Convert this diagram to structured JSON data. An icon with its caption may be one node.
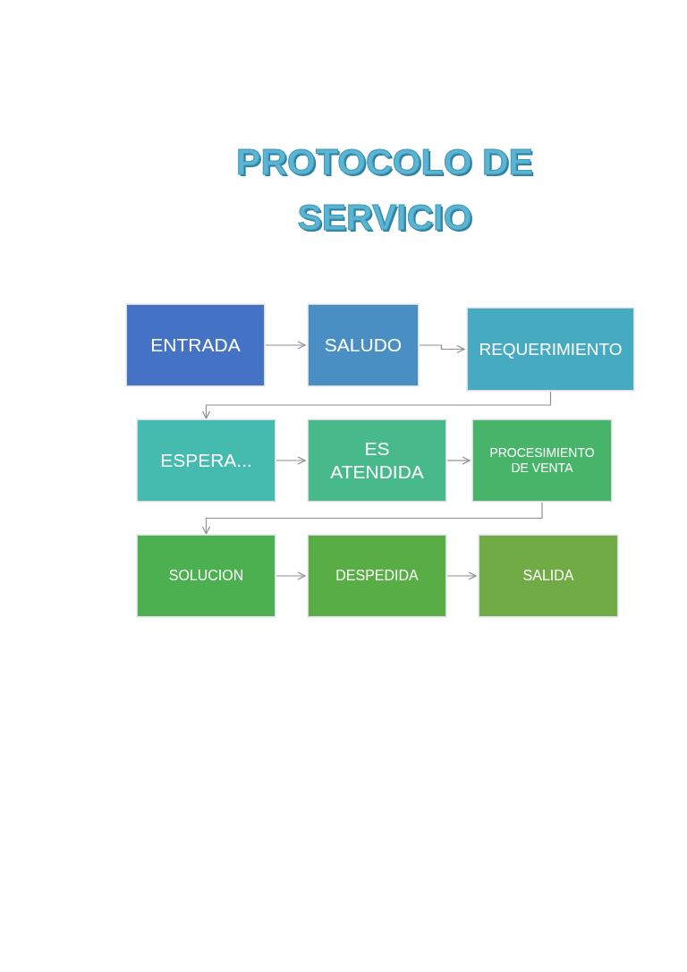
{
  "diagram": {
    "title": "PROTOCOLO DE SERVICIO",
    "nodes": [
      {
        "text": [
          "ENTRADA"
        ]
      },
      {
        "text": [
          "SALUDO"
        ]
      },
      {
        "text": [
          "REQUERIMIENTO"
        ]
      },
      {
        "text": [
          "ESPERA..."
        ]
      },
      {
        "text": [
          "ES ATENDIDA"
        ]
      },
      {
        "text": [
          "PROCESIMIENTO DE VENTA"
        ]
      },
      {
        "text": [
          "SOLUCION"
        ]
      },
      {
        "text": [
          "DESPEDIDA"
        ]
      },
      {
        "text": [
          "SALIDA"
        ]
      }
    ],
    "edges": [
      {
        "from": 0,
        "to": 1,
        "arrow": "to"
      },
      {
        "from": 1,
        "to": 2,
        "arrow": "to"
      },
      {
        "from": 2,
        "to": 3,
        "arrow": "to"
      },
      {
        "from": 3,
        "to": 4,
        "arrow": "to"
      },
      {
        "from": 4,
        "to": 5,
        "arrow": "to"
      },
      {
        "from": 5,
        "to": 6,
        "arrow": "to"
      },
      {
        "from": 6,
        "to": 7,
        "arrow": "to"
      },
      {
        "from": 7,
        "to": 8,
        "arrow": "to"
      }
    ]
  }
}
